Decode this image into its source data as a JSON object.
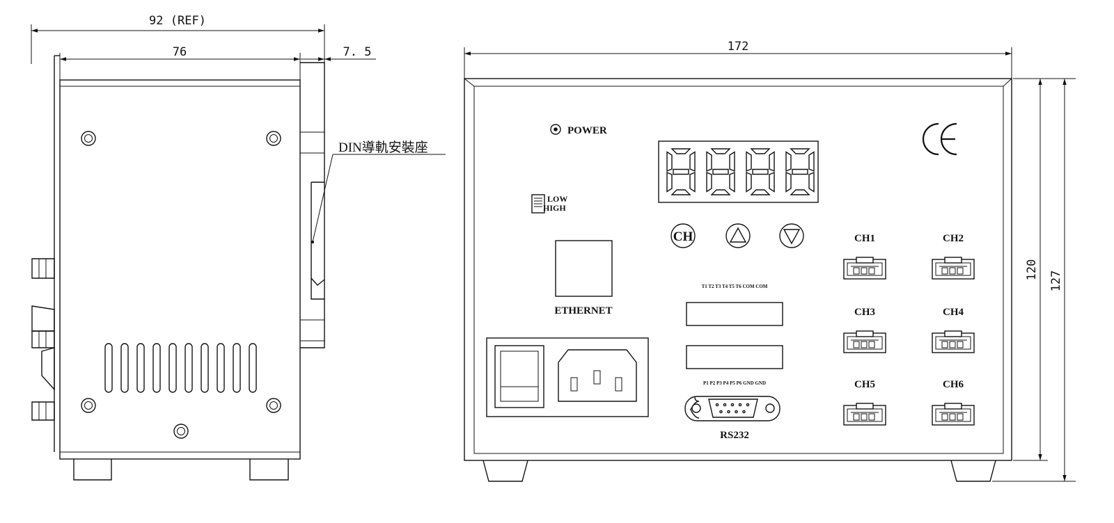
{
  "side_view": {
    "dim_overall": "92 (REF)",
    "dim_body": "76",
    "dim_rail": "7. 5",
    "rail_callout": "DIN導軌安裝座"
  },
  "front_view": {
    "dim_width": "172",
    "dim_height_body": "120",
    "dim_height_total": "127",
    "power_label": "POWER",
    "ce_mark": "CE",
    "display_digits": "8888",
    "switch_low": "LOW",
    "switch_high": "HIGH",
    "btn_ch": "CH",
    "ethernet_label": "ETHERNET",
    "terminal_top_labels": "T1 T2 T3 T4 T5 T6 COM COM",
    "terminal_bottom_labels": "P1 P2 P3 P4 P5 P6 GND GND",
    "rs232_label": "RS232",
    "channels": [
      "CH1",
      "CH2",
      "CH3",
      "CH4",
      "CH5",
      "CH6"
    ]
  }
}
